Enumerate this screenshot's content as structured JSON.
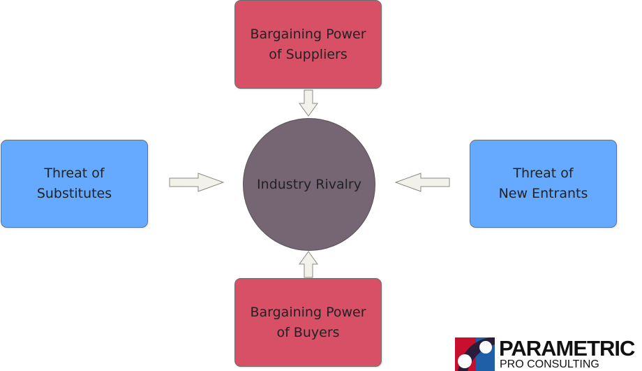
{
  "diagram": {
    "center": {
      "label": "Industry Rivalry"
    },
    "top": {
      "lines": [
        "Bargaining Power",
        "of Suppliers"
      ]
    },
    "bottom": {
      "lines": [
        "Bargaining Power",
        "of Buyers"
      ]
    },
    "left": {
      "lines": [
        "Threat of",
        "Substitutes"
      ]
    },
    "right": {
      "lines": [
        "Threat of",
        "New Entrants"
      ]
    }
  },
  "logo": {
    "title": "PARAMETRIC",
    "subtitle": "PRO CONSULTING"
  },
  "colors": {
    "force_red": "#d75066",
    "force_blue": "#66aaff",
    "rivalry": "#766674",
    "arrow_fill": "#f2f2ea"
  },
  "icons": {
    "arrow": "block-arrow-icon",
    "logo": "parametric-logo-mark-icon"
  }
}
